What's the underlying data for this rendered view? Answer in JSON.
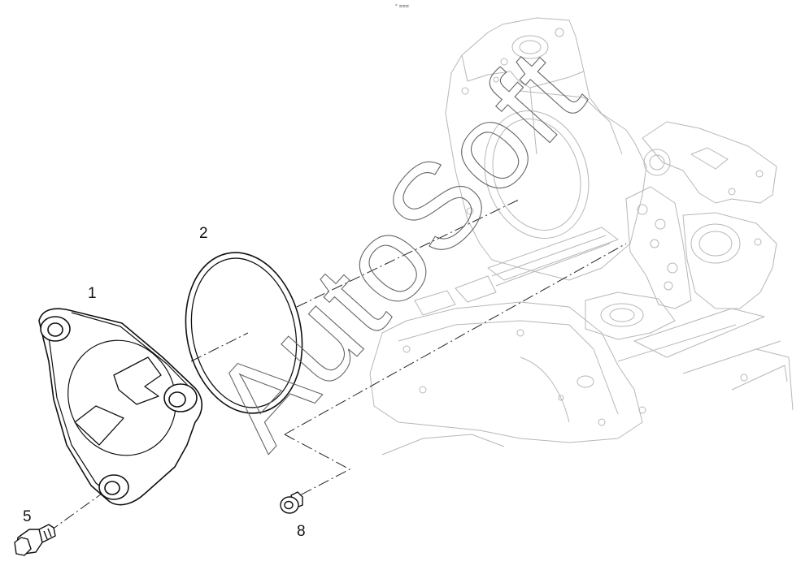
{
  "header": {
    "top_mark": "° ==="
  },
  "watermark": {
    "text": "AutoSoft"
  },
  "callouts": [
    {
      "id": "1",
      "label": "1"
    },
    {
      "id": "2",
      "label": "2"
    },
    {
      "id": "5",
      "label": "5"
    },
    {
      "id": "8",
      "label": "8"
    }
  ]
}
